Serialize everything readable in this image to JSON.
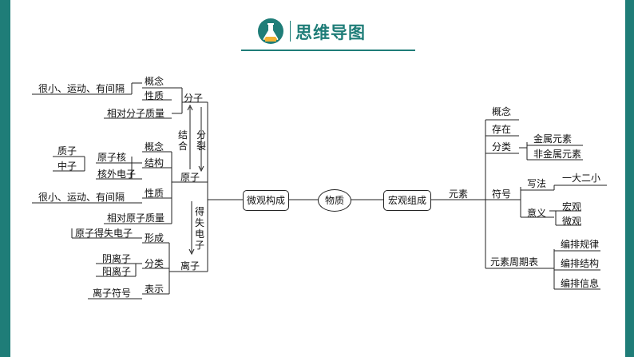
{
  "header": {
    "title": "思维导图",
    "logo_icon": "flask-icon"
  },
  "center": {
    "label": "物质"
  },
  "left_branch": {
    "label": "微观构成",
    "molecule": {
      "label": "分子",
      "concept": {
        "label": "概念",
        "detail": "很小、运动、有间隔"
      },
      "property": "性质",
      "mass": "相对分子质量"
    },
    "atom": {
      "label": "原子",
      "concept": "概念",
      "nucleus": "原子核",
      "proton": "质子",
      "neutron": "中子",
      "electron": "核外电子",
      "structure": "结构",
      "property": {
        "label": "性质",
        "detail": "很小、运动、有间隔"
      },
      "mass": "相对原子质量"
    },
    "ion": {
      "label": "离子",
      "formation": {
        "label": "形成",
        "detail": "原子得失电子"
      },
      "classify": {
        "label": "分类",
        "anion": "阴离子",
        "cation": "阳离子"
      },
      "representation": {
        "label": "表示",
        "symbol": "离子符号"
      }
    },
    "arrows": {
      "combine": "结合",
      "split": "分裂",
      "gain_lose": "得失电子"
    }
  },
  "right_branch": {
    "label": "宏观组成",
    "element": {
      "label": "元素",
      "concept": "概念",
      "existence": "存在",
      "classify": {
        "label": "分类",
        "metal": "金属元素",
        "nonmetal": "非金属元素"
      },
      "symbol": {
        "label": "符号",
        "writing": {
          "label": "写法",
          "rule": "一大二小"
        },
        "meaning": {
          "label": "意义",
          "macro": "宏观",
          "micro": "微观"
        }
      },
      "periodic_table": {
        "label": "元素周期表",
        "rule": "编排规律",
        "structure": "编排结构",
        "info": "编排信息"
      }
    }
  },
  "colors": {
    "accent": "#1f7d78",
    "line": "#222222"
  }
}
